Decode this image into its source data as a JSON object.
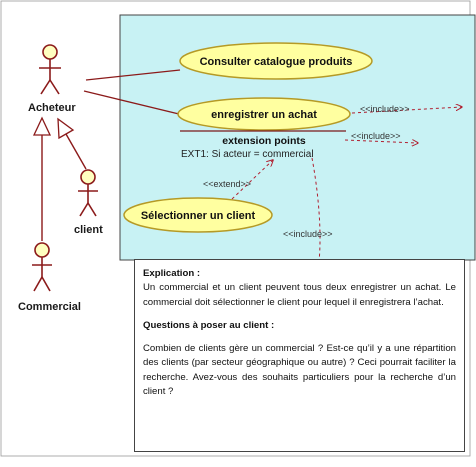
{
  "diagram": {
    "actors": {
      "acheteur": "Acheteur",
      "client": "client",
      "commercial": "Commercial"
    },
    "use_cases": {
      "consulter": "Consulter catalogue produits",
      "enregistrer": "enregistrer un achat",
      "selectionner": "Sélectionner un client"
    },
    "extension_points": {
      "title": "extension points",
      "item": "EXT1: Si acteur = commercial"
    },
    "stereotypes": {
      "include_1": "<<include>>",
      "include_2": "<<include>>",
      "include_3": "<<include>>",
      "extend": "<<extend>>"
    },
    "colors": {
      "system_fill": "#c8f2f4",
      "usecase_fill": "#ffffa0",
      "usecase_stroke": "#b59a26",
      "association": "#8b1a1a",
      "dependency": "#b02030"
    }
  },
  "note": {
    "explication_heading": "Explication :",
    "explication_text": "Un commercial et un client peuvent tous deux enregistrer un achat. Le commercial doit sélectionner le client pour lequel il enregistrera l’achat.",
    "questions_heading": "Questions à poser au client :",
    "questions_text": "Combien de clients gère un commercial ? Est-ce qu’il y a une répartition des clients (par secteur géographique ou autre) ? Ceci pourrait faciliter la recherche. Avez-vous des souhaits particuliers pour la recherche d’un client ?"
  }
}
